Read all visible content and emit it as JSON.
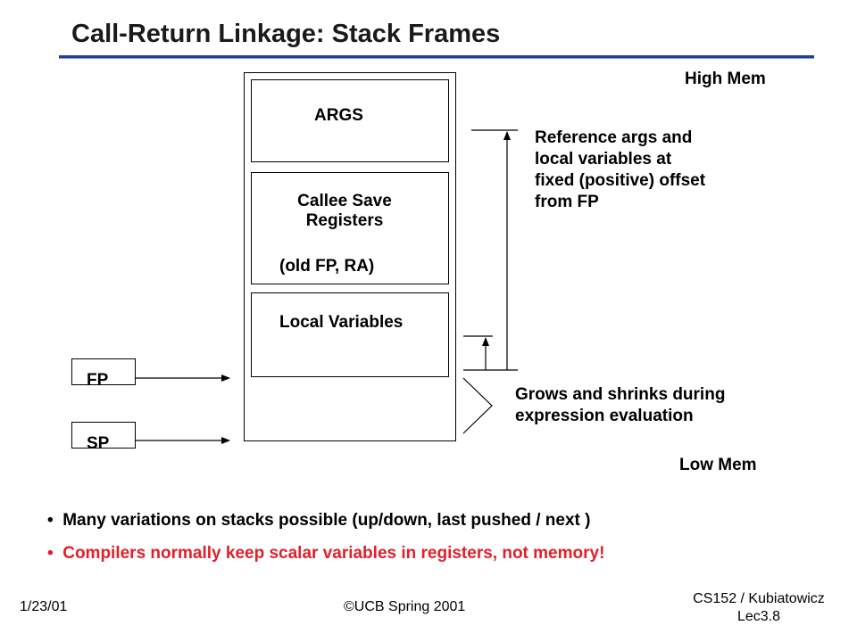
{
  "title": "Call-Return Linkage: Stack Frames",
  "diagram": {
    "high_mem": "High Mem",
    "low_mem": "Low Mem",
    "frame_sections": {
      "args": "ARGS",
      "callee_save_line1": "Callee Save",
      "callee_save_line2": "Registers",
      "old_fp_ra": "(old FP,  RA)",
      "local_vars": "Local Variables"
    },
    "fp_label": "FP",
    "sp_label": "SP",
    "reference_note": [
      "Reference args and",
      "local variables at",
      "fixed (positive) offset",
      "from FP"
    ],
    "grows_note": [
      "Grows and shrinks during",
      "expression evaluation"
    ]
  },
  "bullets": [
    {
      "text": "Many variations on stacks possible (up/down, last pushed / next )",
      "color": "#000000"
    },
    {
      "text": "Compilers normally keep scalar variables in registers, not memory!",
      "color": "#e0202a"
    }
  ],
  "footer": {
    "date": "1/23/01",
    "copyright": "©UCB Spring 2001",
    "course": "CS152 / Kubiatowicz",
    "lecture": "Lec3.8"
  }
}
